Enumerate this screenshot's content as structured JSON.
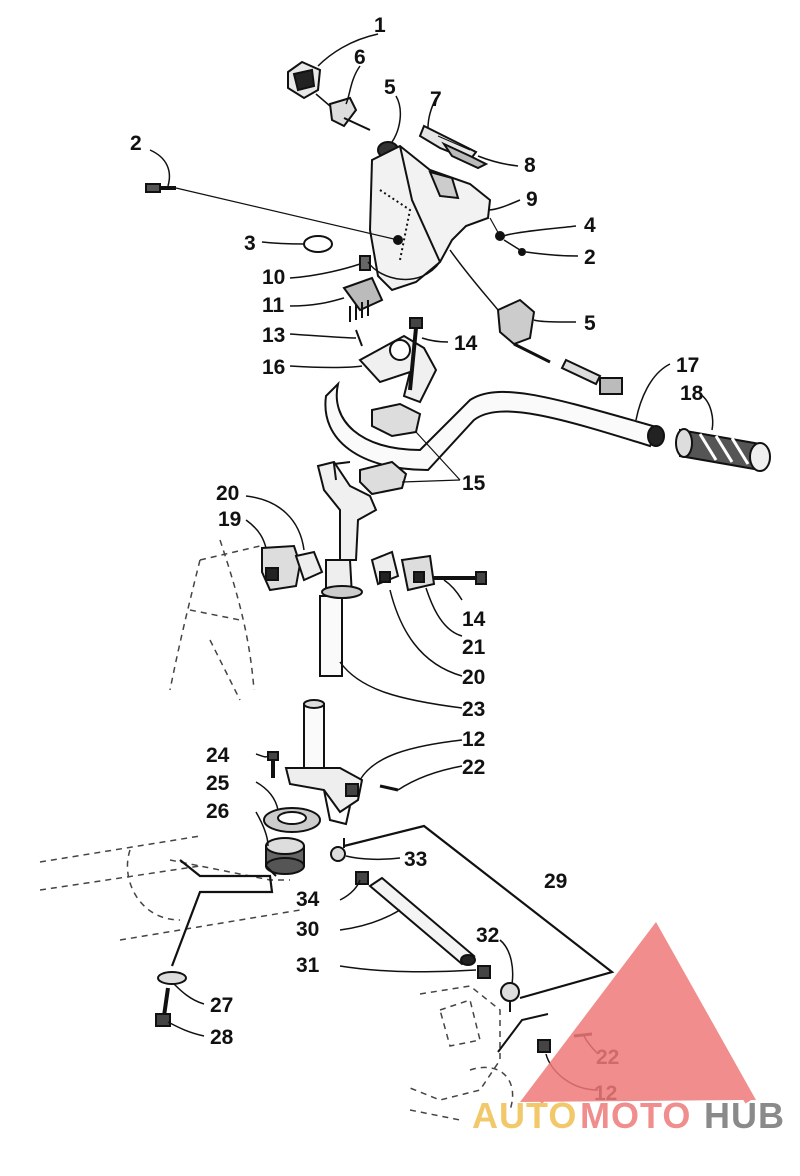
{
  "diagram": {
    "labels": [
      {
        "id": "l1",
        "text": "1"
      },
      {
        "id": "l6",
        "text": "6"
      },
      {
        "id": "l5a",
        "text": "5"
      },
      {
        "id": "l7",
        "text": "7"
      },
      {
        "id": "l2a",
        "text": "2"
      },
      {
        "id": "l8",
        "text": "8"
      },
      {
        "id": "l9",
        "text": "9"
      },
      {
        "id": "l4",
        "text": "4"
      },
      {
        "id": "l2b",
        "text": "2"
      },
      {
        "id": "l3",
        "text": "3"
      },
      {
        "id": "l10",
        "text": "10"
      },
      {
        "id": "l11",
        "text": "11"
      },
      {
        "id": "l5b",
        "text": "5"
      },
      {
        "id": "l13",
        "text": "13"
      },
      {
        "id": "l14a",
        "text": "14"
      },
      {
        "id": "l16",
        "text": "16"
      },
      {
        "id": "l17",
        "text": "17"
      },
      {
        "id": "l18",
        "text": "18"
      },
      {
        "id": "l15",
        "text": "15"
      },
      {
        "id": "l20a",
        "text": "20"
      },
      {
        "id": "l19",
        "text": "19"
      },
      {
        "id": "l14b",
        "text": "14"
      },
      {
        "id": "l21",
        "text": "21"
      },
      {
        "id": "l20b",
        "text": "20"
      },
      {
        "id": "l23",
        "text": "23"
      },
      {
        "id": "l12a",
        "text": "12"
      },
      {
        "id": "l24",
        "text": "24"
      },
      {
        "id": "l22a",
        "text": "22"
      },
      {
        "id": "l25",
        "text": "25"
      },
      {
        "id": "l26",
        "text": "26"
      },
      {
        "id": "l33",
        "text": "33"
      },
      {
        "id": "l29",
        "text": "29"
      },
      {
        "id": "l34",
        "text": "34"
      },
      {
        "id": "l30",
        "text": "30"
      },
      {
        "id": "l32",
        "text": "32"
      },
      {
        "id": "l31",
        "text": "31"
      },
      {
        "id": "l27",
        "text": "27"
      },
      {
        "id": "l28",
        "text": "28"
      },
      {
        "id": "l22b",
        "text": "22"
      },
      {
        "id": "l12b",
        "text": "12"
      }
    ]
  },
  "watermark": {
    "part1": "AUTO",
    "part2": "MOTO",
    "part3": "HUB",
    "colors": {
      "auto": "#f2c96a",
      "moto": "#f08d8d",
      "hub": "#8a8a8a",
      "logo": "#f07a7a"
    }
  }
}
